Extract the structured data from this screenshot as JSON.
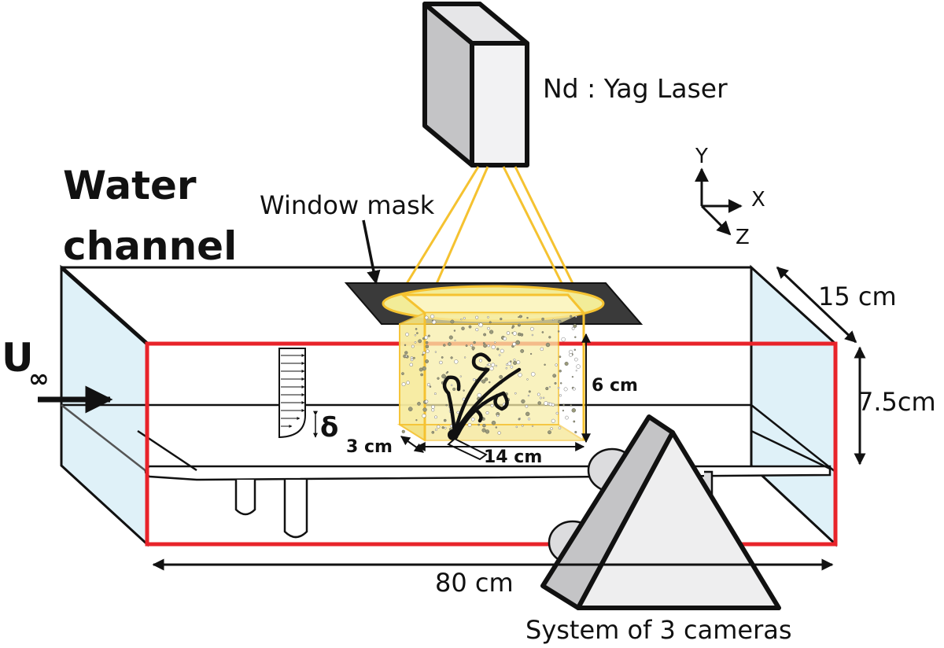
{
  "labels": {
    "laser": "Nd : Yag Laser",
    "channel_line1": "Water",
    "channel_line2": "channel",
    "window_mask": "Window mask",
    "freestream_u": "U",
    "freestream_sub": "∞",
    "delta": "δ",
    "dim_height": "6 cm",
    "dim_depth_small": "3 cm",
    "dim_length_small": "14 cm",
    "dim_width": "15 cm",
    "dim_water_height": "7.5cm",
    "dim_length": "80 cm",
    "cameras": "System of 3 cameras",
    "axis_y": "Y",
    "axis_x": "X",
    "axis_z": "Z"
  },
  "colors": {
    "outline": "#111111",
    "red_box": "#e8232a",
    "glass": "#dff1f8",
    "laser_beam": "#f5c230",
    "laser_volume": "#f8eeaa",
    "mask": "#3a3a3a",
    "ellipse": "#f2ec98",
    "camera_side": "#c4c4c6",
    "camera_front": "#eeeeef"
  }
}
